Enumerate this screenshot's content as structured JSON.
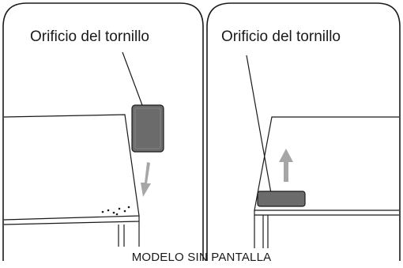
{
  "panels": [
    {
      "label": "Orificio del tornillo",
      "arrow_direction": "down"
    },
    {
      "label": "Orificio del tornillo",
      "arrow_direction": "up"
    }
  ],
  "caption": "MODELO SIN PANTALLA",
  "colors": {
    "line": "#1a1a1a",
    "cap_fill": "#6b6b6b",
    "arrow_fill": "#a6a6a6",
    "background": "#ffffff"
  }
}
